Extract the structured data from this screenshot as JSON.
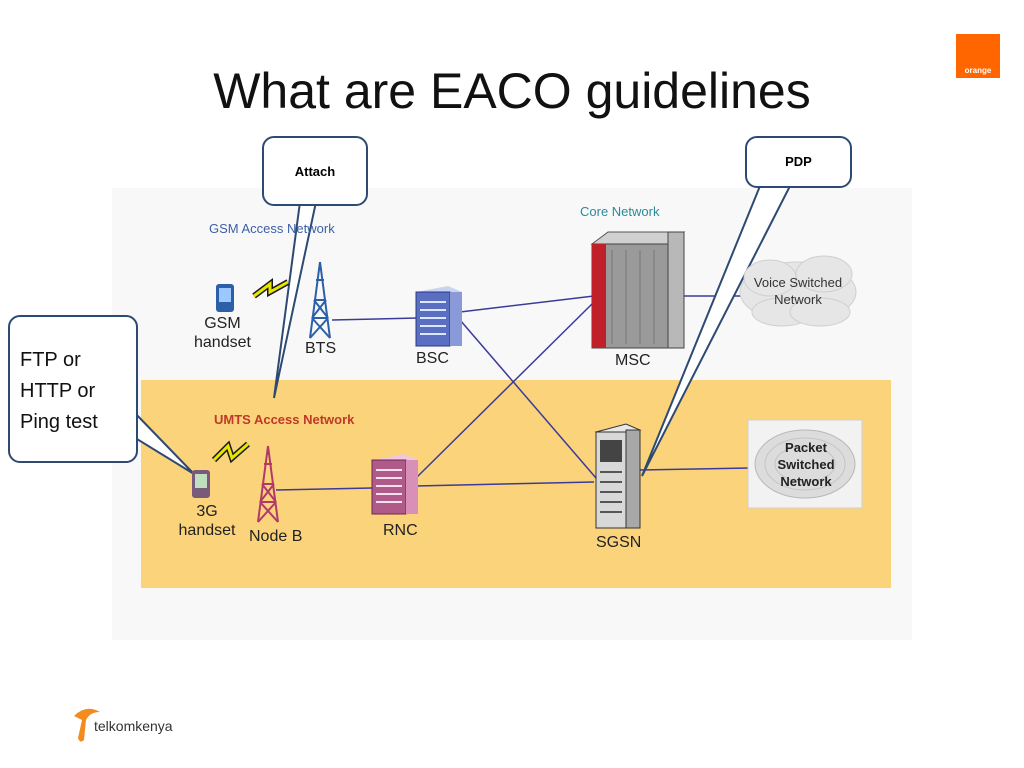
{
  "slide": {
    "title": "What are EACO guidelines"
  },
  "brand": {
    "orange_logo_text": "orange",
    "telkom_logo_text": "telkomkenya",
    "orange_color": "#ff6600"
  },
  "callouts": {
    "attach": "Attach",
    "pdp": "PDP",
    "test": "FTP or\nHTTP or\nPing test"
  },
  "networks": {
    "gsm": "GSM Access Network",
    "umts": "UMTS Access Network",
    "core": "Core Network"
  },
  "nodes": {
    "gsm_handset": "GSM\nhandset",
    "bts": "BTS",
    "bsc": "BSC",
    "msc": "MSC",
    "handset_3g": "3G\nhandset",
    "node_b": "Node B",
    "rnc": "RNC",
    "sgsn": "SGSN"
  },
  "clouds": {
    "voice": "Voice Switched\nNetwork",
    "packet": "Packet\nSwitched\nNetwork"
  },
  "colors": {
    "umts_band": "#fbd37b",
    "link": "#3b3b9a",
    "gsm_title": "#3b5fa8",
    "umts_title": "#c0392b",
    "core_title": "#2a8a9a"
  }
}
